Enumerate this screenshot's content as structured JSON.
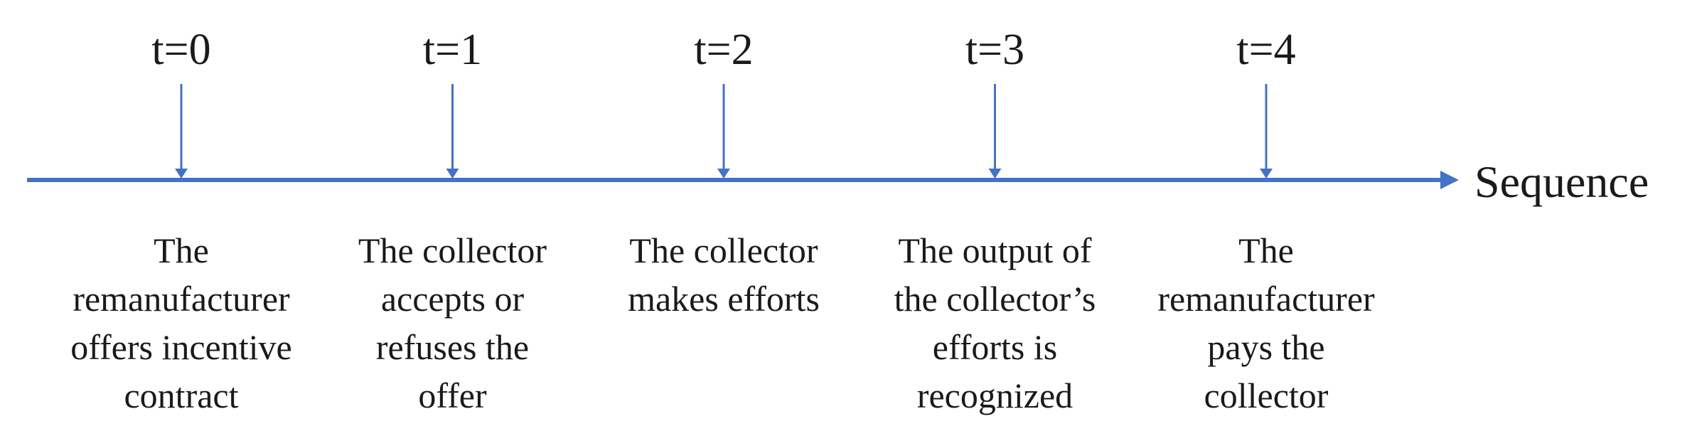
{
  "axis": {
    "label": "Sequence",
    "color": "#4472c4"
  },
  "events": [
    {
      "time": "t=0",
      "description": [
        "The",
        "remanufacturer",
        "offers incentive",
        "contract"
      ]
    },
    {
      "time": "t=1",
      "description": [
        "The collector",
        "accepts or",
        "refuses the",
        "offer"
      ]
    },
    {
      "time": "t=2",
      "description": [
        "The collector",
        "makes efforts"
      ]
    },
    {
      "time": "t=3",
      "description": [
        "The output of",
        "the collector’s",
        "efforts is",
        "recognized"
      ]
    },
    {
      "time": "t=4",
      "description": [
        "The",
        "remanufacturer",
        "pays the",
        "collector"
      ]
    }
  ]
}
